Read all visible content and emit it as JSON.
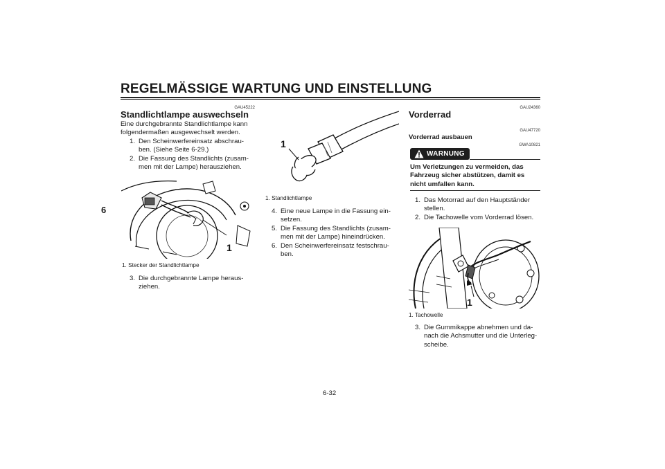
{
  "header": {
    "title": "REGELMÄSSIGE WARTUNG UND EINSTELLUNG"
  },
  "chapter_tab": "6",
  "left": {
    "code": "GAU45222",
    "heading": "Standlichtlampe auswechseln",
    "intro": [
      "Eine durchgebrannte Standlichtlampe kann",
      "folgendermaßen ausgewechselt werden."
    ],
    "steps": [
      {
        "num": "1.",
        "lines": [
          "Den Scheinwerfereinsatz abschrau-",
          "ben. (Siehe Seite 6-29.)"
        ]
      },
      {
        "num": "2.",
        "lines": [
          "Die Fassung des Standlichts (zusam-",
          "men mit der Lampe) herausziehen."
        ]
      }
    ],
    "figure_callout": "1",
    "caption": "1. Stecker der Standlichtlampe",
    "steps_after": [
      {
        "num": "3.",
        "lines": [
          "Die durchgebrannte Lampe heraus-",
          "ziehen."
        ]
      }
    ]
  },
  "middle": {
    "figure_callout": "1",
    "caption": "1. Standlichtlampe",
    "steps": [
      {
        "num": "4.",
        "lines": [
          "Eine neue Lampe in die Fassung ein-",
          "setzen."
        ]
      },
      {
        "num": "5.",
        "lines": [
          "Die Fassung des Standlichts (zusam-",
          "men mit der Lampe) hineindrücken."
        ]
      },
      {
        "num": "6.",
        "lines": [
          "Den Scheinwerfereinsatz festschrau-",
          "ben."
        ]
      }
    ]
  },
  "right": {
    "code": "GAU24360",
    "heading": "Vorderrad",
    "sub_code": "GAU47720",
    "subheading": "Vorderrad ausbauen",
    "warn_code": "GWA10821",
    "warning_label": "WARNUNG",
    "warning_lines": [
      "Um Verletzungen zu vermeiden, das",
      "Fahrzeug sicher abstützen, damit es",
      "nicht umfallen kann."
    ],
    "steps": [
      {
        "num": "1.",
        "lines": [
          "Das Motorrad auf den Hauptständer",
          "stellen."
        ]
      },
      {
        "num": "2.",
        "lines": [
          "Die Tachowelle vom Vorderrad lösen."
        ]
      }
    ],
    "figure_callout": "1",
    "caption": "1. Tachowelle",
    "steps_after": [
      {
        "num": "3.",
        "lines": [
          "Die Gummikappe abnehmen und da-",
          "nach die Achsmutter und die Unterleg-",
          "scheibe."
        ]
      }
    ]
  },
  "footer": {
    "page": "6-32"
  }
}
